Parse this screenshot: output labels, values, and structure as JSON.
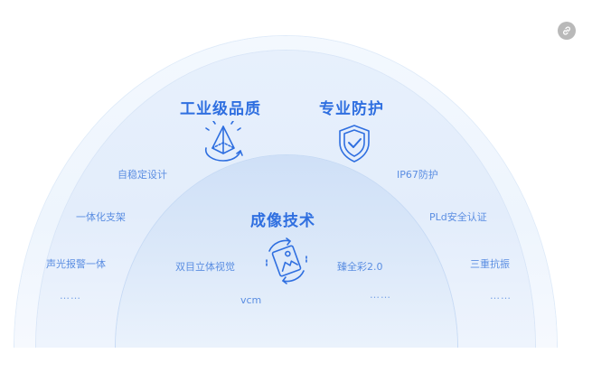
{
  "headings": {
    "industrial": "工业级品质",
    "protection": "专业防护",
    "imaging": "成像技术"
  },
  "features": {
    "self_stabilizing": "自稳定设计",
    "integrated_bracket": "一体化支架",
    "sound_light_alarm": "声光报警一体",
    "ip67": "IP67防护",
    "pld": "PLd安全认证",
    "triple_resistance": "三重抗振",
    "binocular_stereo": "双目立体视觉",
    "true_color": "臻全彩2.0",
    "vcm": "vcm"
  },
  "ellipsis": "……",
  "icons": {
    "industrial": "prism-icon",
    "protection": "shield-check-icon",
    "imaging": "rotating-image-icon",
    "corner": "link-icon"
  },
  "colors": {
    "accent": "#2f6fe0",
    "feature_text": "#5b8ee2",
    "outer_arc": "#eef5fd",
    "inner_arc": "#d6e5f8"
  }
}
